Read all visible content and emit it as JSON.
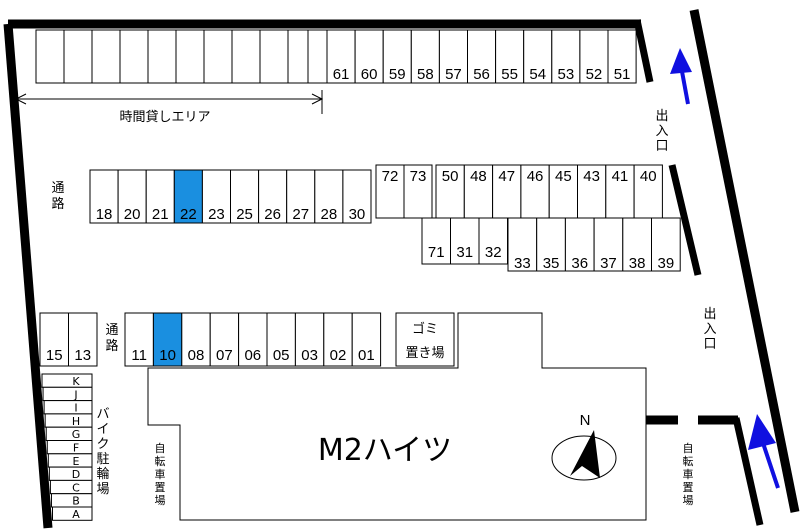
{
  "building_name": "M2ハイツ",
  "compass_label": "N",
  "rental_area_label": "時間貸しエリア",
  "passage_label_upper": "通路",
  "passage_label_lower": "通路",
  "garbage_label_line1": "ゴミ",
  "garbage_label_line2": "置き場",
  "exit_label_top": "出入口",
  "exit_label_right": "出入口",
  "bicycle_label_left": "自転車置場",
  "bicycle_label_right": "自転車置場",
  "bike_label": "バイク駐輪場",
  "top_row_numbers": [
    "61",
    "60",
    "59",
    "58",
    "57",
    "56",
    "55",
    "54",
    "53",
    "52",
    "51"
  ],
  "row2_numbers": [
    "18",
    "20",
    "21",
    "22",
    "23",
    "25",
    "26",
    "27",
    "28",
    "30"
  ],
  "row2b_numbers": [
    "72",
    "73"
  ],
  "row2c_numbers": [
    "50",
    "48",
    "47",
    "46",
    "45",
    "43",
    "41",
    "40"
  ],
  "row3a_numbers": [
    "71",
    "31",
    "32"
  ],
  "row3b_numbers": [
    "33",
    "35",
    "36",
    "37",
    "38",
    "39"
  ],
  "row4a_numbers": [
    "15",
    "13"
  ],
  "row4b_numbers": [
    "11",
    "10",
    "08",
    "07",
    "06",
    "05",
    "03",
    "02",
    "01"
  ],
  "bike_slots": [
    "K",
    "J",
    "I",
    "H",
    "G",
    "F",
    "E",
    "D",
    "C",
    "B",
    "A"
  ],
  "highlighted_slots": [
    "22",
    "10"
  ],
  "highlight_color": "#1a8fe0",
  "arrow_color": "#1010e0"
}
